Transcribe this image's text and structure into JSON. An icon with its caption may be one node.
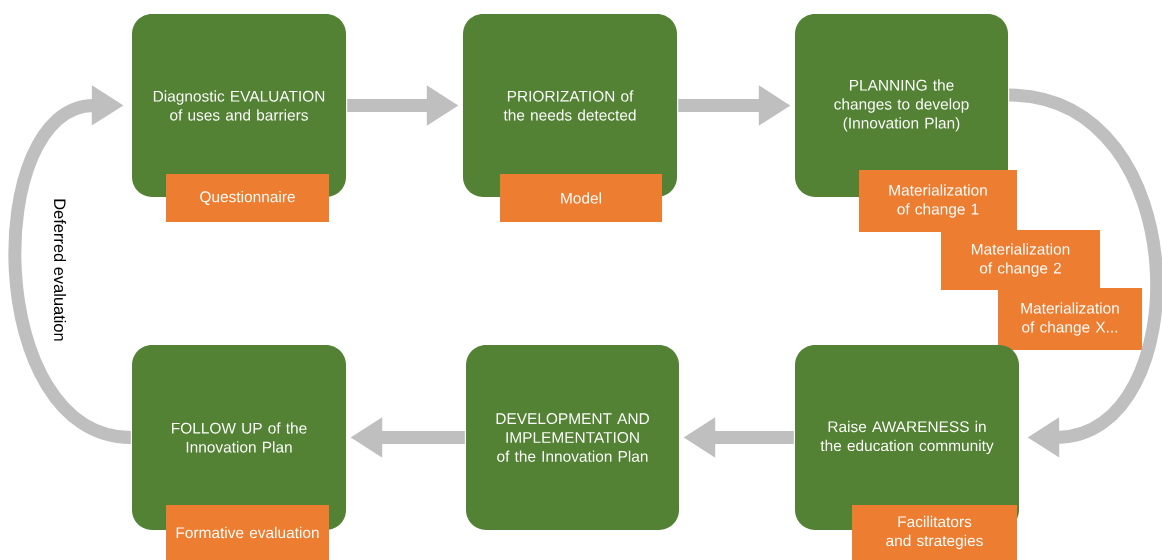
{
  "diagram": {
    "nodes": [
      {
        "text": [
          "Diagnostic EVALUATION of uses and barriers"
        ]
      },
      {
        "text": [
          "Questionnaire"
        ]
      },
      {
        "text": [
          "PRIORIZATION of the needs detected"
        ]
      },
      {
        "text": [
          "Model"
        ]
      },
      {
        "text": [
          "PLANNING the changes to develop (Innovation Plan)"
        ]
      },
      {
        "text": [
          "Materialization of change 1"
        ]
      },
      {
        "text": [
          "Materialization of change 2"
        ]
      },
      {
        "text": [
          "Materialization of change X..."
        ]
      },
      {
        "text": [
          "FOLLOW UP of the Innovation Plan"
        ]
      },
      {
        "text": [
          "Formative evaluation"
        ]
      },
      {
        "text": [
          "DEVELOPMENT AND IMPLEMENTATION of the Innovation Plan"
        ]
      },
      {
        "text": [
          "Raise AWARENESS in the education community"
        ]
      },
      {
        "text": [
          "Facilitators and strategies"
        ]
      }
    ],
    "edges": [
      {
        "from": 0,
        "to": 2,
        "arrow": "to"
      },
      {
        "from": 2,
        "to": 4,
        "arrow": "to"
      },
      {
        "from": 4,
        "to": 11,
        "arrow": "to"
      },
      {
        "from": 11,
        "to": 10,
        "arrow": "to"
      },
      {
        "from": 10,
        "to": 8,
        "arrow": "to"
      },
      {
        "from": 8,
        "to": 0,
        "arrow": "to",
        "label": "Deferred evaluation"
      }
    ]
  }
}
